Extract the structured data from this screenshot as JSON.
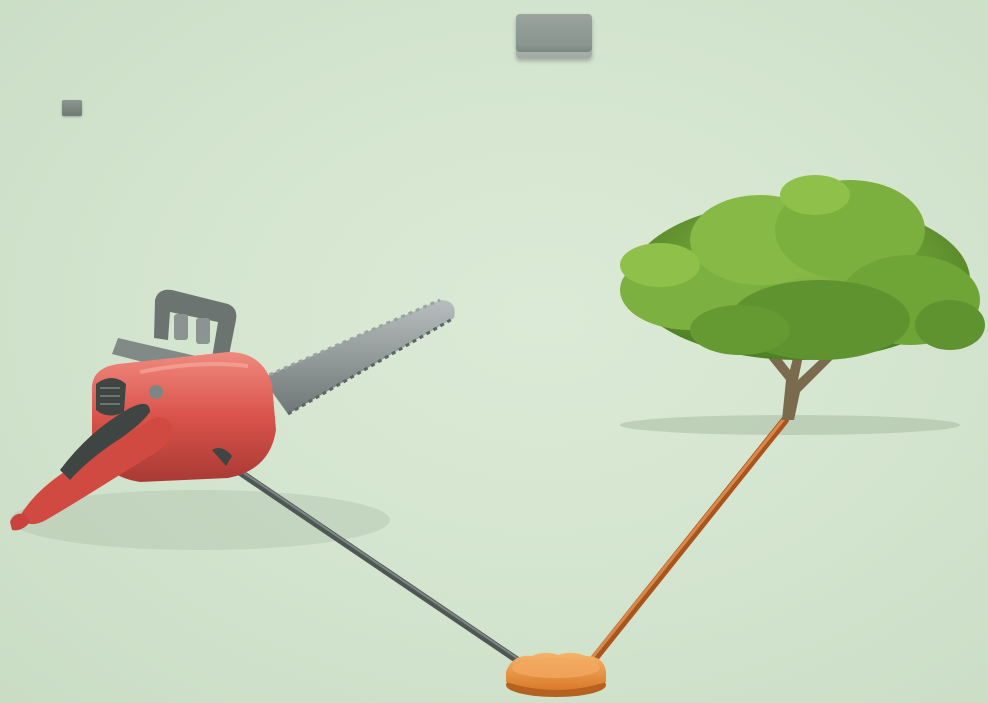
{
  "scene": {
    "objects": [
      "chainsaw",
      "tree",
      "power-cord",
      "extension-cord",
      "power-outlet"
    ],
    "colors": {
      "background": "#d3e4ce",
      "chainsaw_body": "#d9534b",
      "chain_bar": "#8f9a98",
      "cord_gray": "#5e6763",
      "cord_orange": "#c4682b",
      "outlet": "#ef9b45",
      "foliage": "#6fa437",
      "trunk": "#7a6b4e"
    }
  }
}
